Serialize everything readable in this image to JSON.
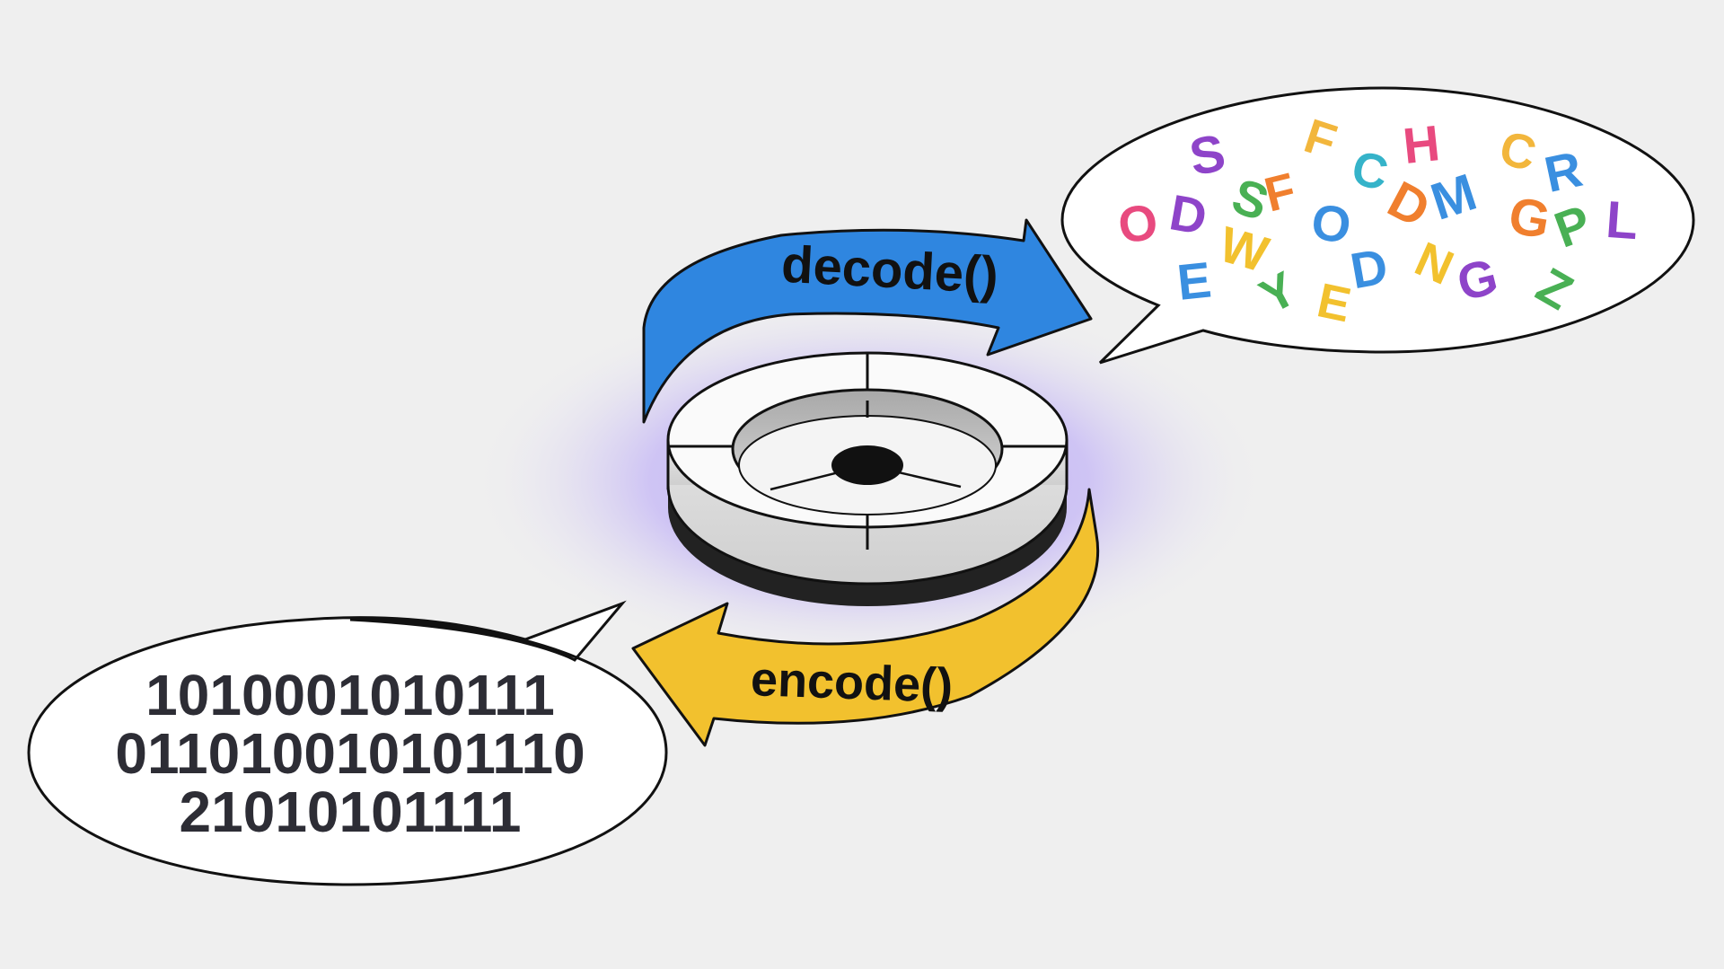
{
  "colors": {
    "background": "#efefef",
    "decode_arrow": "#2f86e0",
    "encode_arrow": "#f2c12e",
    "glow": "#b9a8f4",
    "outline": "#111111"
  },
  "decode": {
    "label": "decode()"
  },
  "encode": {
    "label": "encode()"
  },
  "binary": {
    "lines": [
      "1010001010111",
      "011010010101110",
      "21010101111"
    ]
  },
  "letters": [
    {
      "char": "S",
      "color": "#8e44c9"
    },
    {
      "char": "F",
      "color": "#f2b63c"
    },
    {
      "char": "C",
      "color": "#35b3c9"
    },
    {
      "char": "H",
      "color": "#e84a7f"
    },
    {
      "char": "C",
      "color": "#f2b63c"
    },
    {
      "char": "R",
      "color": "#3a8fe0"
    },
    {
      "char": "O",
      "color": "#e84a7f"
    },
    {
      "char": "D",
      "color": "#8e44c9"
    },
    {
      "char": "S",
      "color": "#49b054"
    },
    {
      "char": "F",
      "color": "#f07f2e"
    },
    {
      "char": "O",
      "color": "#3a8fe0"
    },
    {
      "char": "D",
      "color": "#f07f2e"
    },
    {
      "char": "M",
      "color": "#3a8fe0"
    },
    {
      "char": "G",
      "color": "#f07f2e"
    },
    {
      "char": "P",
      "color": "#49b054"
    },
    {
      "char": "L",
      "color": "#8e44c9"
    },
    {
      "char": "E",
      "color": "#3a8fe0"
    },
    {
      "char": "W",
      "color": "#f2c12e"
    },
    {
      "char": "Y",
      "color": "#49b054"
    },
    {
      "char": "E",
      "color": "#f2c12e"
    },
    {
      "char": "D",
      "color": "#3a8fe0"
    },
    {
      "char": "N",
      "color": "#f2c12e"
    },
    {
      "char": "G",
      "color": "#8e44c9"
    },
    {
      "char": "Z",
      "color": "#49b054"
    }
  ]
}
